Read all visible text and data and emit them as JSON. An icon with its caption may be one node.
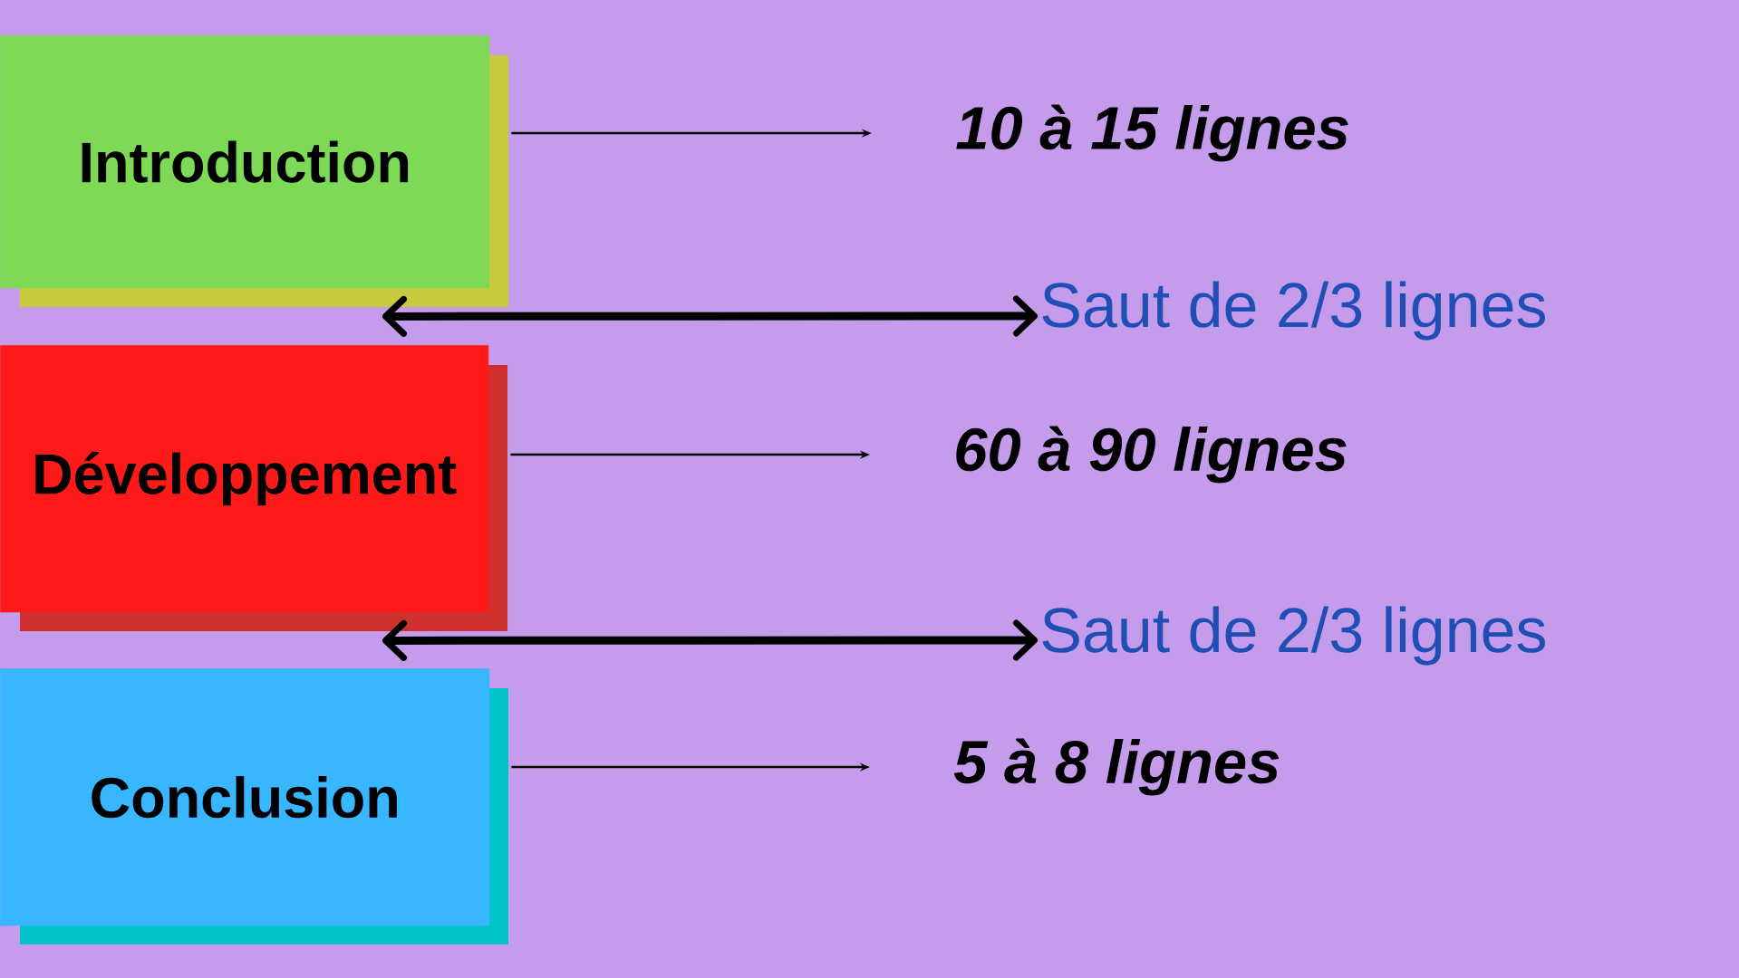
{
  "diagram": {
    "nodes": [
      {
        "text": [
          "Introduction"
        ]
      },
      {
        "text": [
          "10 à 15 lignes"
        ]
      },
      {
        "text": [
          "Saut de 2/3 lignes"
        ]
      },
      {
        "text": [
          "Développement"
        ]
      },
      {
        "text": [
          "60 à 90 lignes"
        ]
      },
      {
        "text": [
          "Saut de 2/3 lignes"
        ]
      },
      {
        "text": [
          "Conclusion"
        ]
      },
      {
        "text": [
          "5 à 8 lignes"
        ]
      }
    ],
    "edges": [
      {
        "from": 0,
        "to": 1,
        "arrow": "to"
      },
      {
        "from": 0,
        "to": 2,
        "arrow": "both",
        "style": "thick"
      },
      {
        "from": 3,
        "to": 4,
        "arrow": "to"
      },
      {
        "from": 3,
        "to": 5,
        "arrow": "both",
        "style": "thick"
      },
      {
        "from": 6,
        "to": 7,
        "arrow": "to"
      }
    ]
  }
}
